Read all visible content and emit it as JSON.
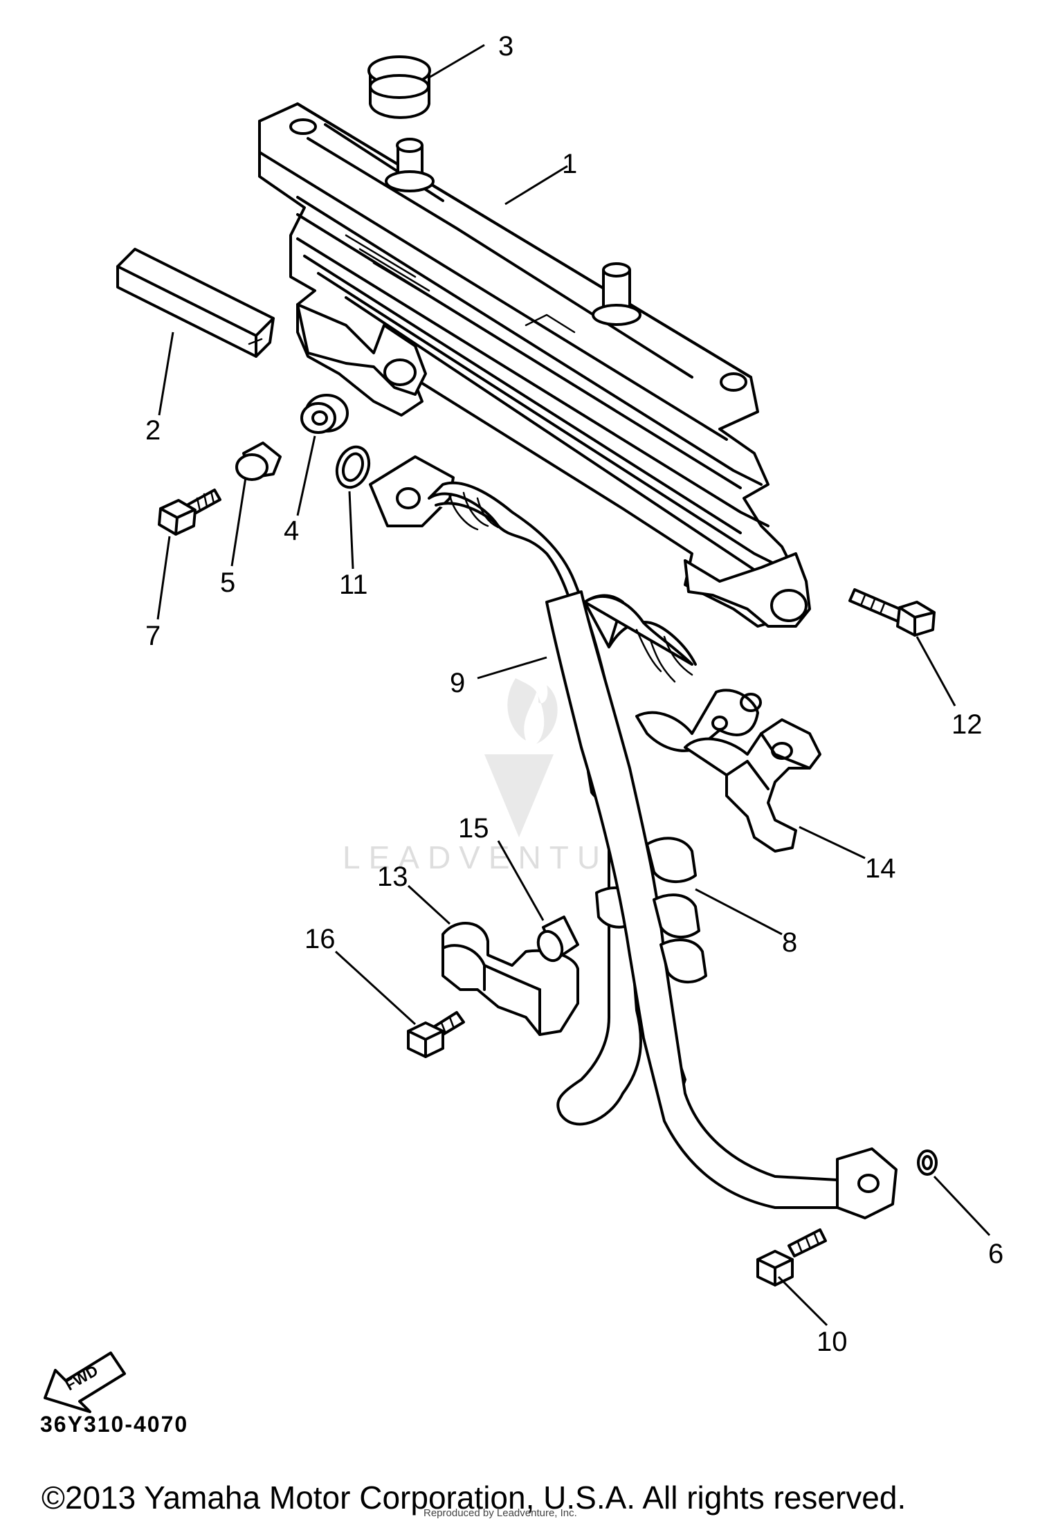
{
  "diagram": {
    "code": "36Y310-4070",
    "copyright": "©2013 Yamaha Motor Corporation, U.S.A. All rights reserved.",
    "reproduced_note": "Reproduced by Leadventure, Inc.",
    "watermark": "LEADVENTURE",
    "fwd_label": "FWD",
    "callouts": [
      {
        "id": "1",
        "part": "oil cooler"
      },
      {
        "id": "2",
        "part": "cover"
      },
      {
        "id": "3",
        "part": "cap"
      },
      {
        "id": "4",
        "part": "grommet"
      },
      {
        "id": "5",
        "part": "collar"
      },
      {
        "id": "6",
        "part": "o-ring"
      },
      {
        "id": "7",
        "part": "bolt"
      },
      {
        "id": "8",
        "part": "oil hose"
      },
      {
        "id": "9",
        "part": "oil hose"
      },
      {
        "id": "10",
        "part": "bolt"
      },
      {
        "id": "11",
        "part": "o-ring"
      },
      {
        "id": "12",
        "part": "bolt"
      },
      {
        "id": "13",
        "part": "clamp"
      },
      {
        "id": "14",
        "part": "bracket"
      },
      {
        "id": "15",
        "part": "collar"
      },
      {
        "id": "16",
        "part": "bolt"
      }
    ]
  }
}
